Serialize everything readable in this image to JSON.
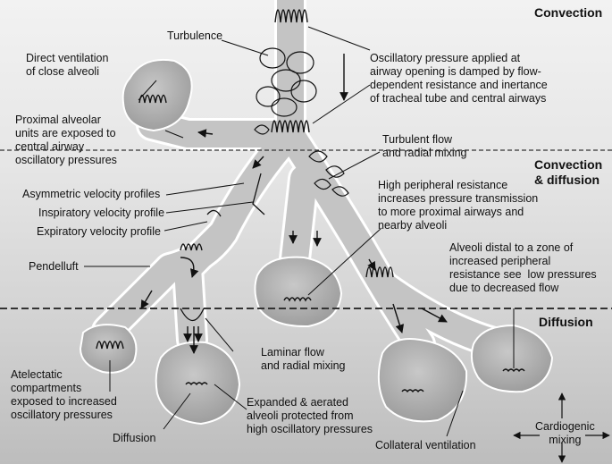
{
  "zones": {
    "convection": "Convection",
    "convection_diffusion": "Convection\n& diffusion",
    "diffusion": "Diffusion"
  },
  "labels": {
    "turbulence": "Turbulence",
    "direct_ventilation": "Direct ventilation\nof close alveoli",
    "oscillatory_pressure": "Oscillatory pressure applied at\nairway opening is damped by flow-\ndependent resistance and inertance\nof tracheal tube and central airways",
    "proximal_alveolar": "Proximal alveolar\nunits are exposed to\ncentral airway\noscillatory pressures",
    "turbulent_flow": "Turbulent flow\nand radial mixing",
    "asymmetric_velocity": "Asymmetric velocity profiles",
    "inspiratory_velocity": "Inspiratory velocity profile",
    "high_peripheral": "High peripheral resistance\nincreases pressure transmission\nto more proximal airways and\nnearby alveoli",
    "expiratory_velocity": "Expiratory velocity profile",
    "alveoli_distal": "Alveoli distal to a zone of\nincreased peripheral\nresistance see  low pressures\ndue to decreased flow",
    "pendelluft": "Pendelluft",
    "laminar_flow": "Laminar flow\nand radial mixing",
    "atelectatic": "Atelectatic\ncompartments\nexposed to increased\noscillatory pressures",
    "expanded_aerated": "Expanded & aerated\nalveoli protected from\nhigh oscillatory pressures",
    "diffusion_label": "Diffusion",
    "collateral_ventilation": "Collateral ventilation",
    "cardiogenic_mixing": "Cardiogenic\nmixing"
  },
  "colors": {
    "airway_fill": "#c4c4c4",
    "airway_outline": "#ffffff",
    "alveolus_fill": "#b4b4b4",
    "line": "#111111"
  }
}
